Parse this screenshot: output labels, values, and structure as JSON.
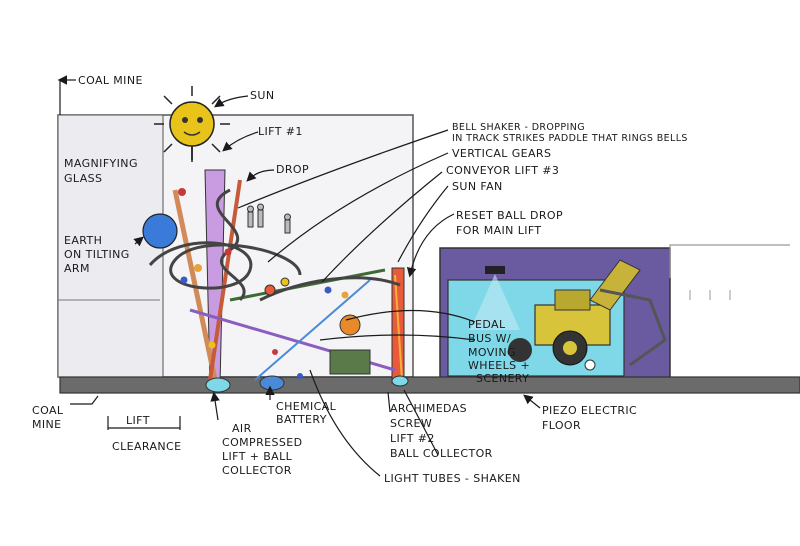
{
  "labels": {
    "coal_mine_top": "Coal Mine",
    "sun": "Sun",
    "lift1": "Lift #1",
    "drop": "Drop",
    "bell_shaker_1": "Bell Shaker - Dropping",
    "bell_shaker_2": "in track strikes paddle that rings bells",
    "vertical_gears": "Vertical Gears",
    "conveyor_lift": "Conveyor Lift #3",
    "sun_fan": "Sun Fan",
    "reset_ball_drop_1": "Reset Ball Drop",
    "reset_ball_drop_2": "for Main Lift",
    "magnifying_1": "Magnifying",
    "magnifying_2": "Glass",
    "earth_1": "Earth",
    "earth_2": "on Tilting",
    "earth_3": "Arm",
    "pedal_bus_1": "Pedal",
    "pedal_bus_2": "Bus w/",
    "pedal_bus_3": "Moving",
    "pedal_bus_4": "Wheels +",
    "pedal_bus_5": "Scenery",
    "coal_mine_bottom_1": "Coal",
    "coal_mine_bottom_2": "Mine",
    "lift": "Lift",
    "clearance": "Clearance",
    "air_1": "Air",
    "air_2": "Compressed",
    "air_3": "Lift + Ball",
    "air_4": "Collector",
    "chemical_1": "Chemical",
    "chemical_2": "Battery",
    "archimedes_1": "Archimedas",
    "archimedes_2": "Screw",
    "archimedes_3": "Lift #2",
    "archimedes_4": "Ball Collector",
    "piezo_1": "Piezo Electric",
    "piezo_2": "Floor",
    "light_tubes": "Light Tubes - Shaken"
  },
  "colors": {
    "purple_wall": "#6a5aa0",
    "cyan_glass": "#7fd8e8",
    "sun_yellow": "#e8c31a",
    "earth_blue": "#3a7ad8",
    "floor_gray": "#6b6b6b",
    "truck_yellow": "#d8c43a"
  }
}
